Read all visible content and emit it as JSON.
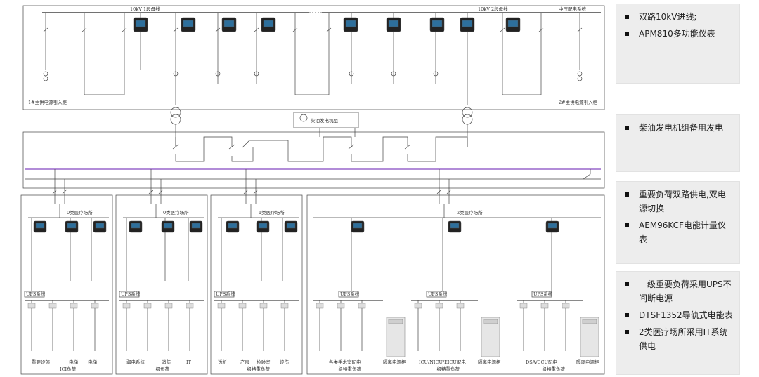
{
  "top": {
    "bus1_label": "10kV 1段母线",
    "bus2_label": "10kV 2段母线",
    "mv_label": "中压配电系统",
    "incoming_left": "1#主供电源引入柜",
    "incoming_right": "2#主供电源引入柜"
  },
  "generator": {
    "label": "柴油发电机组"
  },
  "zones": [
    {
      "title": "0类医疗场所",
      "ups": "UPS系统",
      "loads": [
        "重要设施",
        "电梯",
        "电梯"
      ],
      "footer": "ICI负荷"
    },
    {
      "title": "0类医疗场所",
      "ups": "UPS系统",
      "loads": [
        "弱电系统",
        "消防",
        "IT"
      ],
      "footer": "一级负荷"
    },
    {
      "title": "1类医疗场所",
      "ups": "UPS系统",
      "loads": [
        "透析",
        "产房",
        "检验室",
        "烧伤"
      ],
      "footer": "一级特重负荷"
    },
    {
      "title": "2类医疗场所",
      "groups": [
        {
          "ups": "UPS系统",
          "load": "各类手术室配电",
          "cabinet": "隔离电源柜",
          "footer": "一级特重负荷"
        },
        {
          "ups": "UPS系统",
          "load": "ICU/NICU/EICU配电",
          "cabinet": "隔离电源柜",
          "footer": "一级特重负荷"
        },
        {
          "ups": "UPS系统",
          "load": "DSA/CCU配电",
          "cabinet": "隔离电源柜",
          "footer": "一级特重负荷"
        }
      ]
    }
  ],
  "panels": [
    {
      "items": [
        "双路10kV进线;",
        "APM810多功能仪表"
      ]
    },
    {
      "items": [
        "柴油发电机组备用发电"
      ]
    },
    {
      "items": [
        "重要负荷双路供电,双电源切换",
        "AEM96KCF电能计量仪表"
      ]
    },
    {
      "items": [
        "一级重要负荷采用UPS不间断电源",
        "DTSF1352导轨式电能表",
        "2类医疗场所采用IT系统供电"
      ]
    }
  ],
  "colors": {
    "main_bus": "#9966cc",
    "meter_screen": "#2d6f9c",
    "panel_bg": "#ededed"
  }
}
